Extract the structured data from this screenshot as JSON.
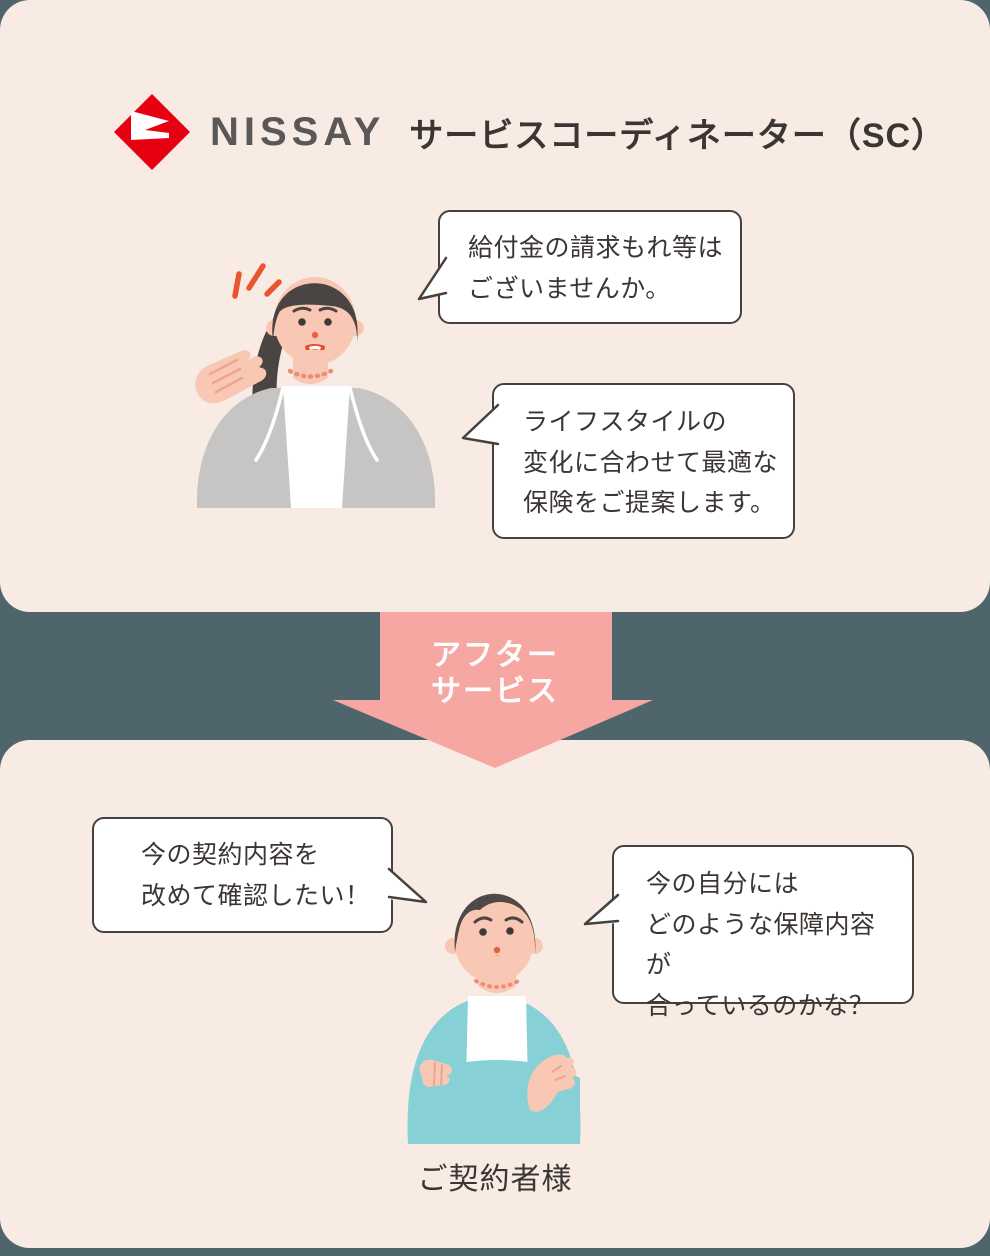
{
  "header": {
    "brand": "NISSAY",
    "title": "サービスコーディネーター（SC）"
  },
  "sc": {
    "bubble_claim": "給付金の請求もれ等は\nございませんか。",
    "bubble_proposal": "ライフスタイルの\n変化に合わせて最適な\n保険をご提案します。"
  },
  "arrow": {
    "label": "アフター\nサービス"
  },
  "customer": {
    "bubble_confirm": "今の契約内容を\n改めて確認したい！",
    "bubble_question": "今の自分には\nどのような保障内容が\n合っているのかな？",
    "caption": "ご契約者様"
  },
  "colors": {
    "page_background": "#4e656c",
    "panel_background": "#f8ebe4",
    "arrow_pink": "#f7a7a1",
    "brand_red": "#e60012",
    "brand_gray": "#595757",
    "text_dark": "#3b3533",
    "bubble_border": "#46413e",
    "skin": "#f8c8b4",
    "hair": "#4a4442",
    "jacket_gray": "#c6c5c4",
    "cardigan_teal": "#87d1d6",
    "accent_orange": "#e8552f"
  },
  "icons": {
    "logo": "nissay-diamond-flag-icon",
    "emphasis": "emphasis-lines-icon"
  }
}
